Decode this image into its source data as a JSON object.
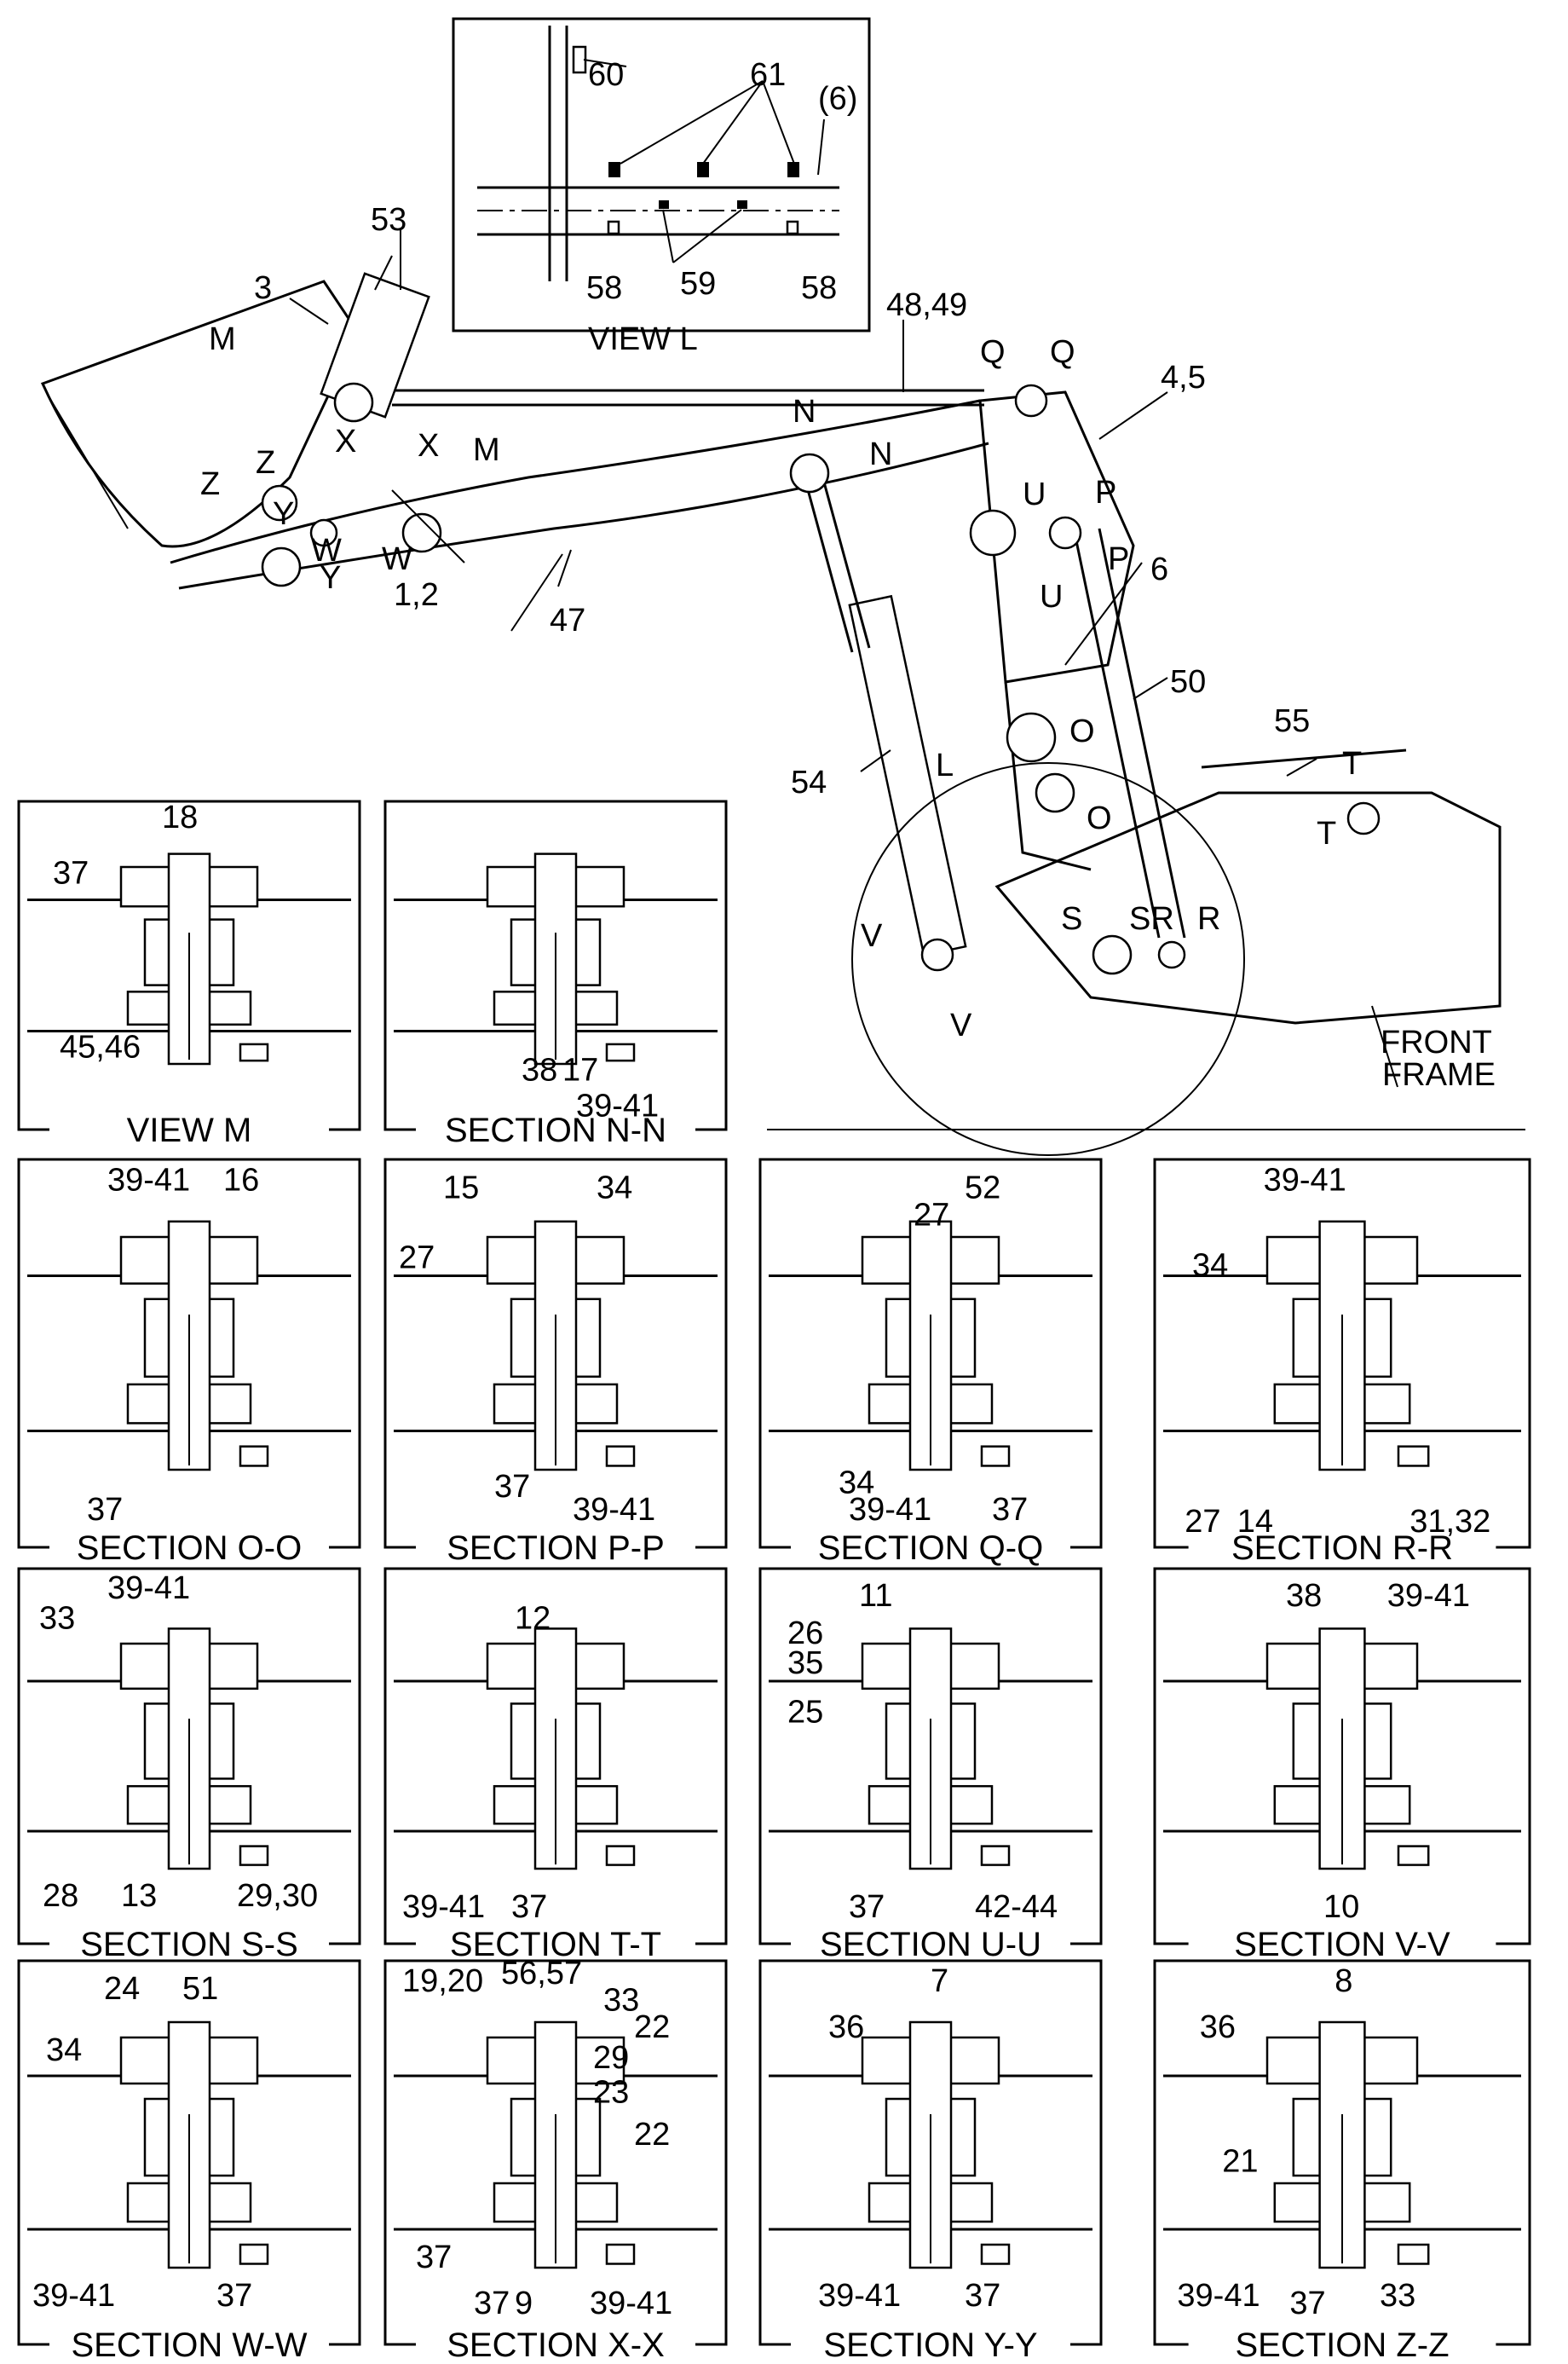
{
  "main": {
    "labels": {
      "l60": "60",
      "l61": "61",
      "l6p": "(6)",
      "l58a": "58",
      "l59": "59",
      "l58b": "58",
      "viewl": "VIEW  L",
      "l53": "53",
      "l3": "3",
      "l4849": "48,49",
      "lQ1": "Q",
      "lQ2": "Q",
      "l45": "4,5",
      "lM1": "M",
      "lX1": "X",
      "lX2": "X",
      "lM2": "M",
      "lN1": "N",
      "lN2": "N",
      "lZ1": "Z",
      "lZ2": "Z",
      "lY1": "Y",
      "lY2": "Y",
      "lW1": "W",
      "lW2": "W",
      "l12": "1,2",
      "l47": "47",
      "lU1": "U",
      "lP1": "P",
      "lP2": "P",
      "l6": "6",
      "lU2": "U",
      "l50": "50",
      "l55": "55",
      "lT1": "T",
      "lT2": "T",
      "lL": "L",
      "lO1": "O",
      "lO2": "O",
      "l54": "54",
      "lS": "S",
      "lSR": "SR",
      "lR": "R",
      "lV1": "V",
      "lV2": "V",
      "front": "FRONT",
      "frame": "FRAME"
    }
  },
  "panels": [
    {
      "caption": "VIEW  M",
      "labels": [
        "18",
        "37",
        "45,46"
      ]
    },
    {
      "caption": "SECTION  N-N",
      "labels": [
        "38",
        "17",
        "39-41"
      ]
    },
    {
      "caption": "SECTION  O-O",
      "labels": [
        "39-41",
        "16",
        "37"
      ]
    },
    {
      "caption": "SECTION  P-P",
      "labels": [
        "15",
        "34",
        "27",
        "37",
        "39-41"
      ]
    },
    {
      "caption": "SECTION  Q-Q",
      "labels": [
        "52",
        "27",
        "34",
        "39-41",
        "37"
      ]
    },
    {
      "caption": "SECTION  R-R",
      "labels": [
        "39-41",
        "34",
        "27",
        "14",
        "31,32"
      ]
    },
    {
      "caption": "SECTION  S-S",
      "labels": [
        "39-41",
        "33",
        "28",
        "13",
        "29,30"
      ]
    },
    {
      "caption": "SECTION  T-T",
      "labels": [
        "12",
        "39-41",
        "37"
      ]
    },
    {
      "caption": "SECTION  U-U",
      "labels": [
        "11",
        "26",
        "35",
        "25",
        "37",
        "42-44"
      ]
    },
    {
      "caption": "SECTION  V-V",
      "labels": [
        "38",
        "39-41",
        "10"
      ]
    },
    {
      "caption": "SECTION  W-W",
      "labels": [
        "24",
        "51",
        "34",
        "39-41",
        "37"
      ]
    },
    {
      "caption": "SECTION  X-X",
      "labels": [
        "19,20",
        "56,57",
        "33",
        "22",
        "29",
        "23",
        "22",
        "37",
        "37",
        "9",
        "39-41"
      ]
    },
    {
      "caption": "SECTION  Y-Y",
      "labels": [
        "7",
        "36",
        "39-41",
        "37"
      ]
    },
    {
      "caption": "SECTION  Z-Z",
      "labels": [
        "8",
        "36",
        "21",
        "39-41",
        "37",
        "33"
      ]
    }
  ]
}
